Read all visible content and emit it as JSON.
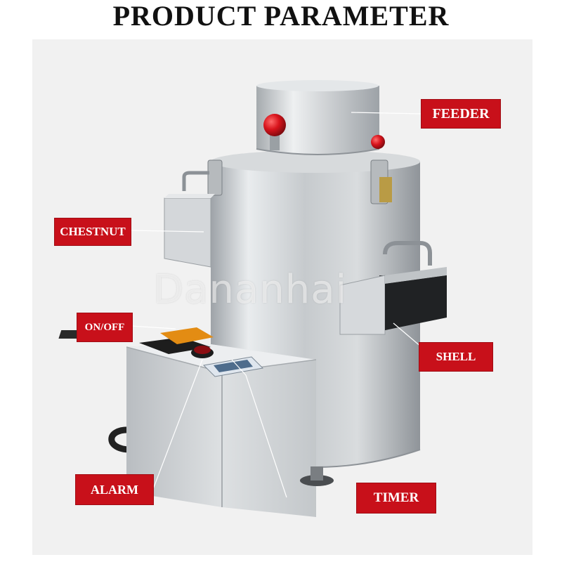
{
  "title": "PRODUCT PARAMETER",
  "watermark": "Dananhai",
  "labels": {
    "feeder": "FEEDER",
    "chestnut": "CHESTNUT",
    "onoff": "ON/OFF",
    "shell": "SHELL",
    "alarm": "ALARM",
    "timer": "TIMER"
  },
  "colors": {
    "label_bg": "#c8101a",
    "steel": "#c9cdd0",
    "knob": "#d8141c"
  }
}
